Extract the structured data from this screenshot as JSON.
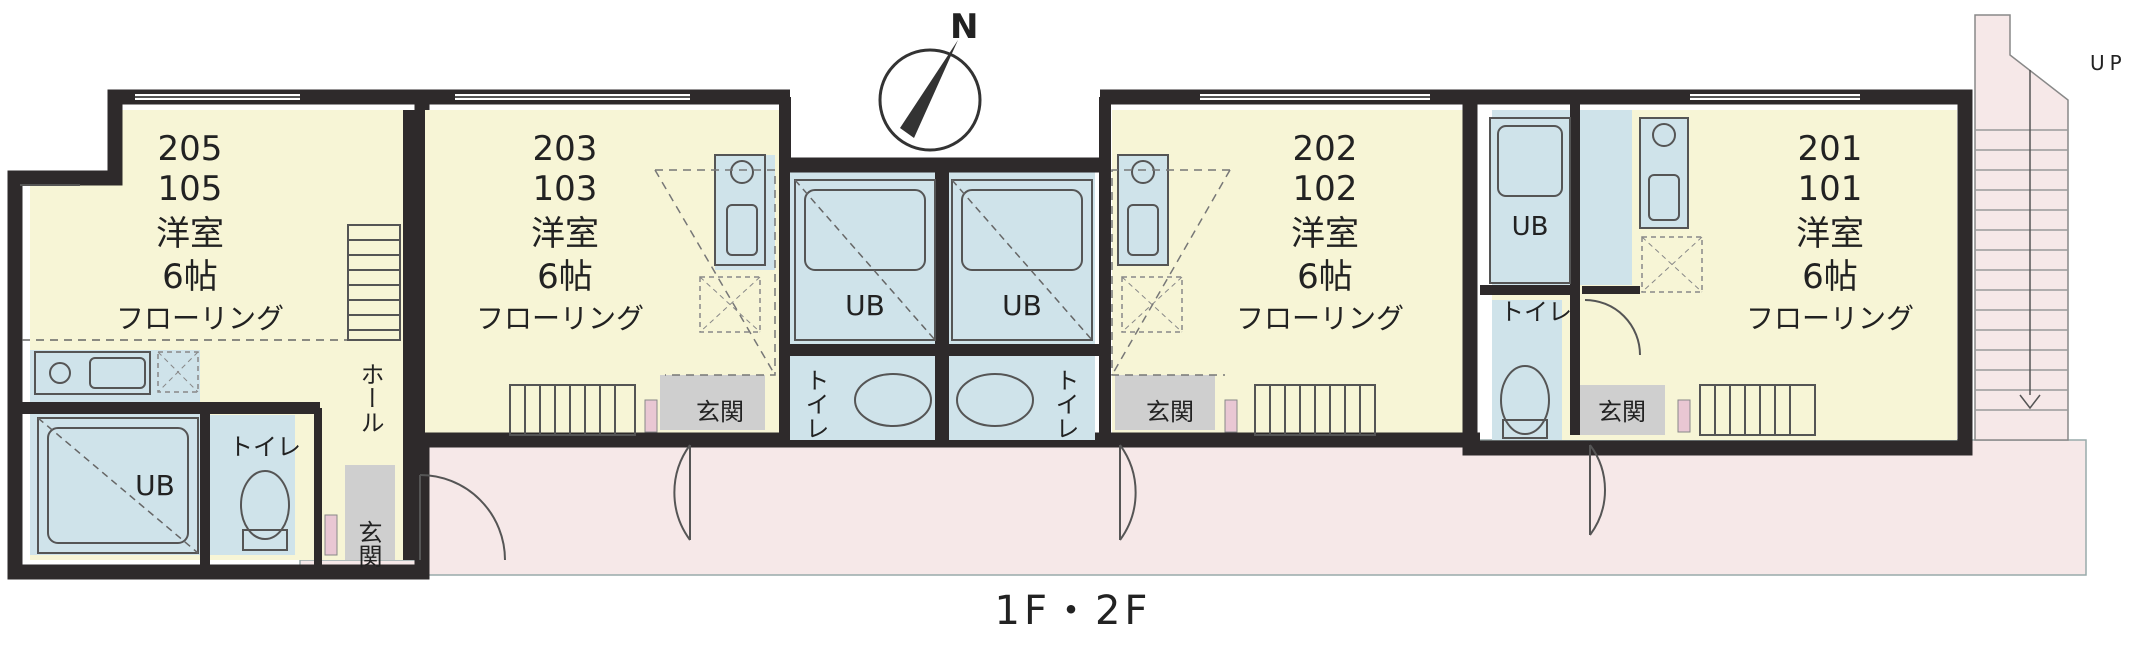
{
  "compass": {
    "north_label": "N"
  },
  "stair": {
    "up_label": "UP"
  },
  "floor_label": "1F・2F",
  "units": [
    {
      "upper_no": "205",
      "lower_no": "105",
      "room": "洋室",
      "size": "6帖",
      "floor": "フローリング",
      "ub": "UB",
      "toilet": "トイレ",
      "entrance": "玄関",
      "hall": "ホール"
    },
    {
      "upper_no": "203",
      "lower_no": "103",
      "room": "洋室",
      "size": "6帖",
      "floor": "フローリング",
      "ub": "UB",
      "toilet": "トイレ",
      "entrance": "玄関"
    },
    {
      "upper_no": "202",
      "lower_no": "102",
      "room": "洋室",
      "size": "6帖",
      "floor": "フローリング",
      "ub": "UB",
      "toilet": "トイレ",
      "entrance": "玄関"
    },
    {
      "upper_no": "201",
      "lower_no": "101",
      "room": "洋室",
      "size": "6帖",
      "floor": "フローリング",
      "ub": "UB",
      "toilet": "トイレ",
      "entrance": "玄関"
    }
  ],
  "colors": {
    "wall": "#2e2a2b",
    "room": "#f7f5d6",
    "wet": "#cfe3ea",
    "corridor": "#f6e8e8",
    "entrance": "#cfcfcf",
    "accent": "#e9c7d3"
  }
}
